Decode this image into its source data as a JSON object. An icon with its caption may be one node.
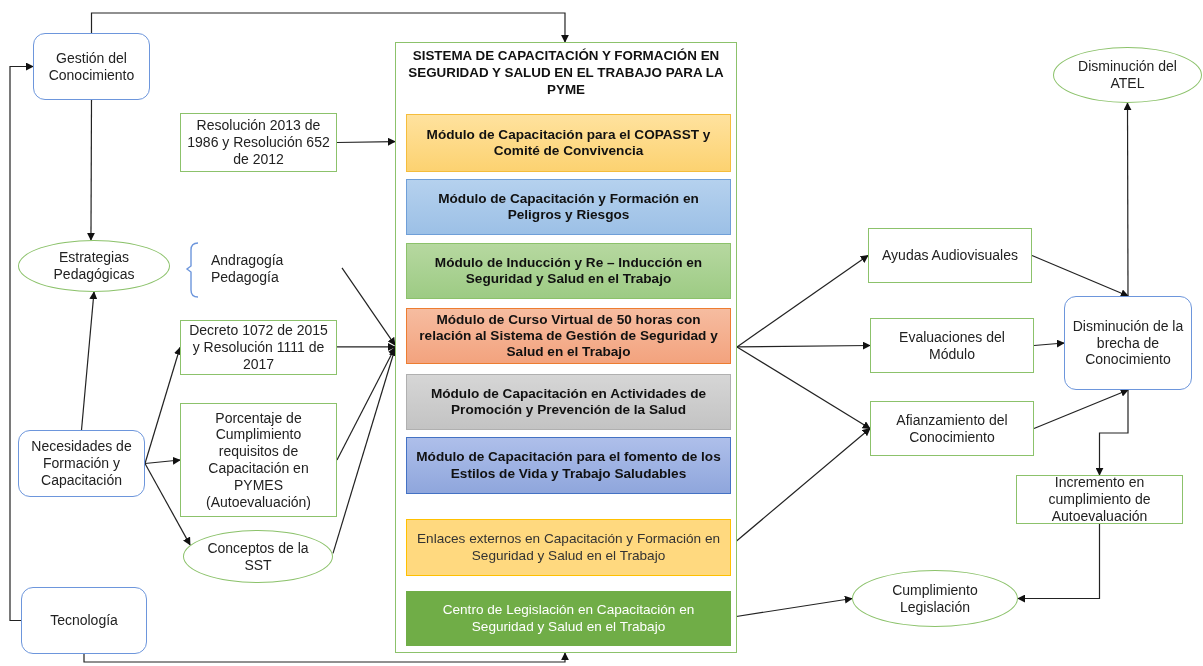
{
  "diagram": {
    "nodes": [
      {
        "text": [
          "Gestión del Conocimiento"
        ]
      },
      {
        "text": [
          "Estrategias Pedagógicas"
        ]
      },
      {
        "text": [
          "Necesidades de Formación y Capacitación"
        ]
      },
      {
        "text": [
          "Tecnología"
        ]
      },
      {
        "text": [
          "Resolución 2013 de 1986 y Resolución 652 de 2012"
        ]
      },
      {
        "text": [
          "Andragogía Pedagogía"
        ]
      },
      {
        "text": [
          "Decreto 1072 de 2015 y Resolución 1111 de 2017"
        ]
      },
      {
        "text": [
          "Porcentaje de Cumplimiento requisitos de Capacitación en PYMES (Autoevaluación)"
        ]
      },
      {
        "text": [
          "Conceptos de la SST"
        ]
      },
      {
        "text": [
          "SISTEMA DE CAPACITACIÓN Y FORMACIÓN EN SEGURIDAD Y SALUD EN EL TRABAJO PARA LA PYME"
        ]
      },
      {
        "text": [
          "Módulo de Capacitación para el COPASST y Comité de Convivencia"
        ],
        "in": 9
      },
      {
        "text": [
          "Módulo de Capacitación y Formación en Peligros y Riesgos"
        ],
        "in": 9
      },
      {
        "text": [
          "Módulo de Inducción y Re – Inducción en Seguridad y Salud en el Trabajo"
        ],
        "in": 9
      },
      {
        "text": [
          "Módulo de Curso Virtual de 50 horas con relación al Sistema de Gestión de Seguridad y Salud en el Trabajo"
        ],
        "in": 9
      },
      {
        "text": [
          "Módulo de Capacitación en Actividades de Promoción y Prevención de la Salud"
        ],
        "in": 9
      },
      {
        "text": [
          "Módulo de Capacitación para el fomento de los Estilos de Vida y Trabajo Saludables"
        ],
        "in": 9
      },
      {
        "text": [
          "Enlaces externos en Capacitación y Formación en Seguridad y Salud en el Trabajo"
        ],
        "in": 9
      },
      {
        "text": [
          "Centro de Legislación en Capacitación en Seguridad y Salud en el Trabajo"
        ],
        "in": 9
      },
      {
        "text": [
          "Ayudas Audiovisuales"
        ]
      },
      {
        "text": [
          "Evaluaciones del Módulo"
        ]
      },
      {
        "text": [
          "Afianzamiento del Conocimiento"
        ]
      },
      {
        "text": [
          "Disminución del ATEL"
        ]
      },
      {
        "text": [
          "Disminución de la brecha de Conocimiento"
        ]
      },
      {
        "text": [
          "Incremento en cumplimiento de Autoevaluación"
        ]
      },
      {
        "text": [
          "Cumplimiento Legislación"
        ]
      }
    ],
    "edges": [
      {
        "from": 0,
        "to": 9,
        "arrow": "to"
      },
      {
        "from": 0,
        "to": 1,
        "arrow": "to"
      },
      {
        "from": 2,
        "to": 1,
        "arrow": "to"
      },
      {
        "from": 3,
        "to": 0,
        "arrow": "to"
      },
      {
        "from": 3,
        "to": 9,
        "arrow": "to"
      },
      {
        "from": 4,
        "to": 9,
        "arrow": "to"
      },
      {
        "from": 5,
        "to": 9,
        "arrow": "to"
      },
      {
        "from": 6,
        "to": 9,
        "arrow": "to"
      },
      {
        "from": 7,
        "to": 9,
        "arrow": "to"
      },
      {
        "from": 8,
        "to": 9,
        "arrow": "to"
      },
      {
        "from": 2,
        "to": 6,
        "arrow": "to"
      },
      {
        "from": 2,
        "to": 7,
        "arrow": "to"
      },
      {
        "from": 2,
        "to": 8,
        "arrow": "to"
      },
      {
        "from": 9,
        "to": 18,
        "arrow": "to"
      },
      {
        "from": 9,
        "to": 19,
        "arrow": "to"
      },
      {
        "from": 9,
        "to": 20,
        "arrow": "to"
      },
      {
        "from": 16,
        "to": 20,
        "arrow": "to"
      },
      {
        "from": 17,
        "to": 24,
        "arrow": "to"
      },
      {
        "from": 18,
        "to": 22,
        "arrow": "to"
      },
      {
        "from": 19,
        "to": 22,
        "arrow": "to"
      },
      {
        "from": 20,
        "to": 22,
        "arrow": "to"
      },
      {
        "from": 22,
        "to": 21,
        "arrow": "to"
      },
      {
        "from": 22,
        "to": 23,
        "arrow": "to"
      },
      {
        "from": 23,
        "to": 24,
        "arrow": "to"
      }
    ]
  }
}
